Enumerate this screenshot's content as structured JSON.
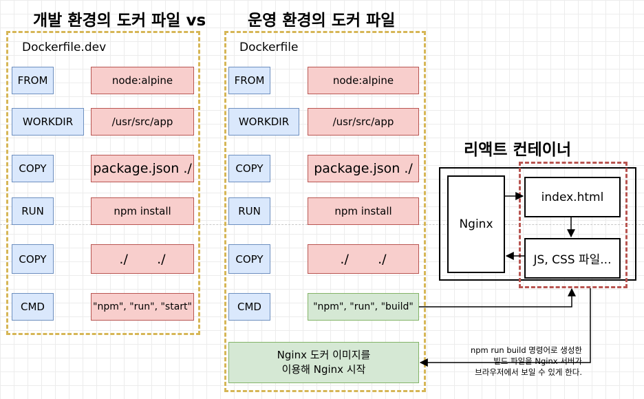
{
  "titles": {
    "dev": "개발 환경의 도커 파일 vs",
    "prod": "운영 환경의 도커 파일",
    "react": "리액트 컨테이너"
  },
  "dev": {
    "label": "Dockerfile.dev",
    "rows": [
      {
        "key": "FROM",
        "value": "node:alpine"
      },
      {
        "key": "WORKDIR",
        "value": "/usr/src/app"
      },
      {
        "key": "COPY",
        "value": "package.json ./"
      },
      {
        "key": "RUN",
        "value": "npm install"
      },
      {
        "key": "COPY",
        "value": "./       ./"
      },
      {
        "key": "CMD",
        "value": "\"npm\", \"run\", \"start\""
      }
    ]
  },
  "prod": {
    "label": "Dockerfile",
    "rows": [
      {
        "key": "FROM",
        "value": "node:alpine"
      },
      {
        "key": "WORKDIR",
        "value": "/usr/src/app"
      },
      {
        "key": "COPY",
        "value": "package.json ./"
      },
      {
        "key": "RUN",
        "value": "npm install"
      },
      {
        "key": "COPY",
        "value": "./       ./"
      },
      {
        "key": "CMD",
        "value": "\"npm\", \"run\", \"build\""
      }
    ],
    "nginx_step": {
      "line1": "Nginx 도커 이미지를",
      "line2": "이용해 Nginx 시작"
    }
  },
  "container": {
    "nginx": "Nginx",
    "index": "index.html",
    "assets": "JS, CSS 파일..."
  },
  "note": {
    "line1": "npm run build 명령어로 생성한",
    "line2": "빌드 파일을 Nginx 서버가",
    "line3": "브라우저에서 보일 수 있게 한다."
  }
}
